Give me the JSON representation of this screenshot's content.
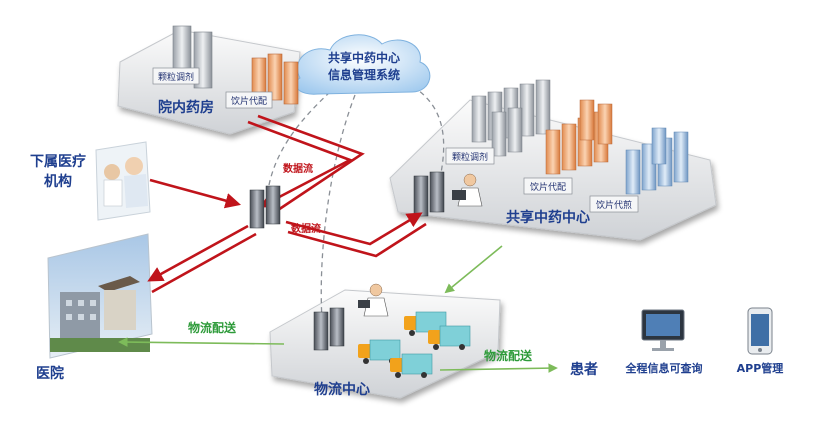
{
  "nodes": {
    "cloud": {
      "line1": "共享中药中心",
      "line2": "信息管理系统"
    },
    "hospital_pharmacy": {
      "title": "院内药房",
      "sign_granule": "颗粒调剂",
      "sign_slices": "饮片代配"
    },
    "sub_institution": {
      "line1": "下属医疗",
      "line2": "机构"
    },
    "shared_center": {
      "title": "共享中药中心",
      "sign_granule": "颗粒调剂",
      "sign_slices": "饮片代配",
      "sign_decoct": "饮片代煎"
    },
    "logistics_center": {
      "title": "物流中心"
    },
    "hospital": {
      "title": "医院"
    },
    "patient": {
      "title": "患者"
    }
  },
  "flows": {
    "data_flow_1": "数据流",
    "data_flow_2": "数据流",
    "logistics_to_hospital": "物流配送",
    "logistics_to_patient": "物流配送"
  },
  "features": {
    "query": "全程信息可查询",
    "app": "APP管理"
  },
  "colors": {
    "data_flow": "#c0141b",
    "logistics": "#7dbb5a",
    "label_blue": "#1f3f8f",
    "label_green": "#2e9b3a"
  }
}
